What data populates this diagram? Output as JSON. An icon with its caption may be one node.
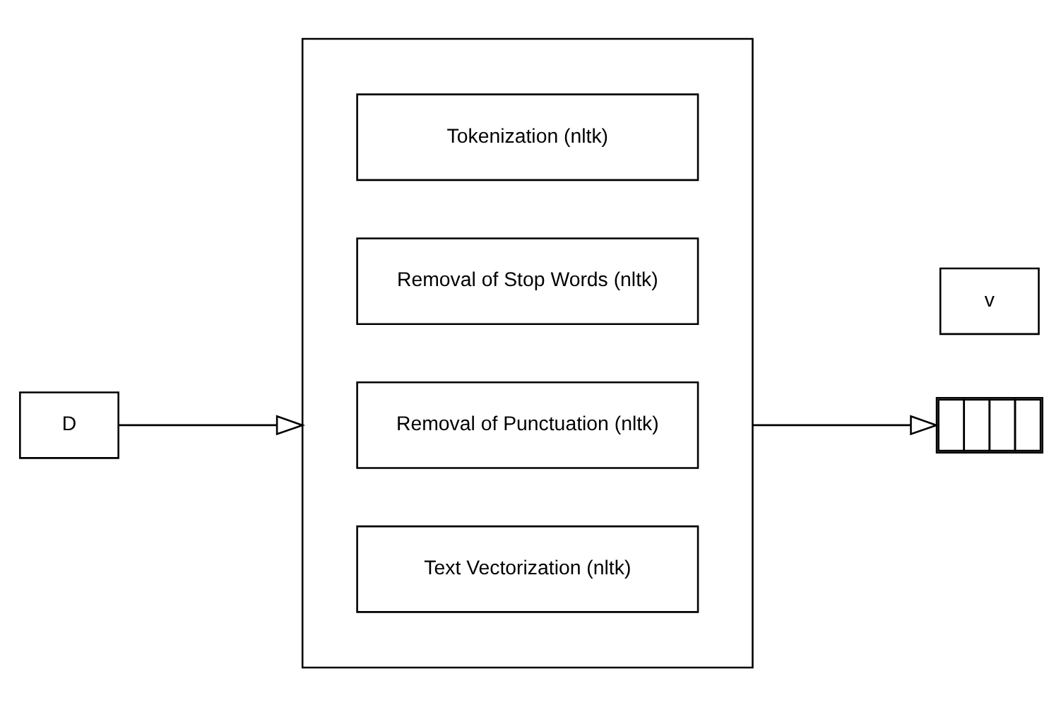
{
  "diagram": {
    "nodes": [
      {
        "text": [
          "D"
        ]
      },
      {
        "text": [],
        "shape": "box"
      },
      {
        "text": [
          "Tokenization (nltk)"
        ],
        "in": 1
      },
      {
        "text": [
          "Removal of Stop Words (nltk)"
        ],
        "in": 1
      },
      {
        "text": [
          "Removal of Punctuation (nltk)"
        ],
        "in": 1
      },
      {
        "text": [
          "Text Vectorization (nltk)"
        ],
        "in": 1
      },
      {
        "text": [
          "v"
        ]
      },
      {
        "text": [],
        "shape": "box"
      }
    ],
    "edges": [
      {
        "from": 0,
        "to": 1,
        "arrow": "to"
      },
      {
        "from": 1,
        "to": 7,
        "arrow": "to"
      }
    ]
  }
}
